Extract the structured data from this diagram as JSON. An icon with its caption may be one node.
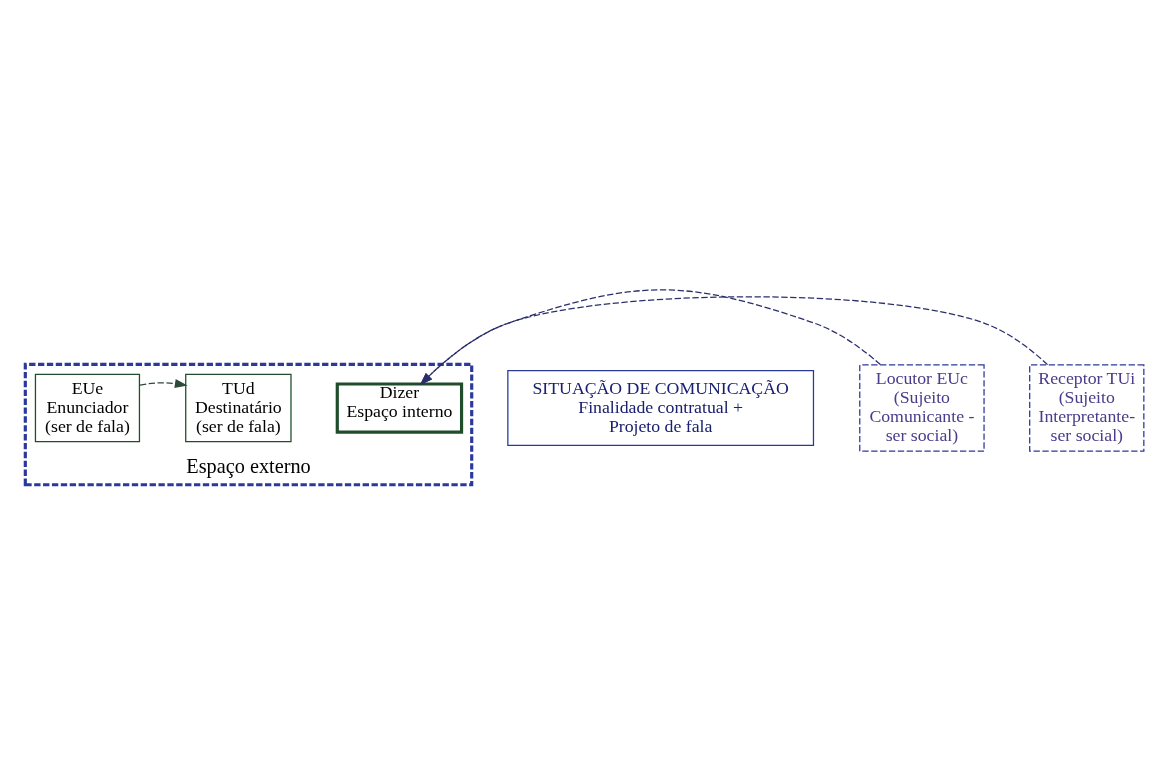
{
  "diagram": {
    "nodes": [
      {
        "text": [
          "Espaço externo"
        ]
      },
      {
        "text": [
          "SITUAÇÃO DE COMUNICAÇÃO",
          "Finalidade contratual + Projeto de fala"
        ]
      },
      {
        "text": [
          "Dizer",
          "Espaço interno"
        ],
        "in": 0
      },
      {
        "text": [
          "Locutor EUc (Sujeito Comunicante - ser social)"
        ]
      },
      {
        "text": [
          "EUe Enunciador (ser de fala)"
        ],
        "in": 0
      },
      {
        "text": [
          "TUd Destinatário (ser de fala)"
        ],
        "in": 0
      },
      {
        "text": [
          "Receptor TUi (Sujeito Interpretante- ser social)"
        ]
      }
    ],
    "edges": [
      {
        "from": 3,
        "to": 2,
        "arrow": "to",
        "style": "dashed"
      },
      {
        "from": 4,
        "to": 5,
        "arrow": "to",
        "style": "dashed",
        "color": "#2f4a3a"
      },
      {
        "from": 6,
        "to": 2,
        "arrow": "to",
        "style": "dashed"
      }
    ]
  }
}
